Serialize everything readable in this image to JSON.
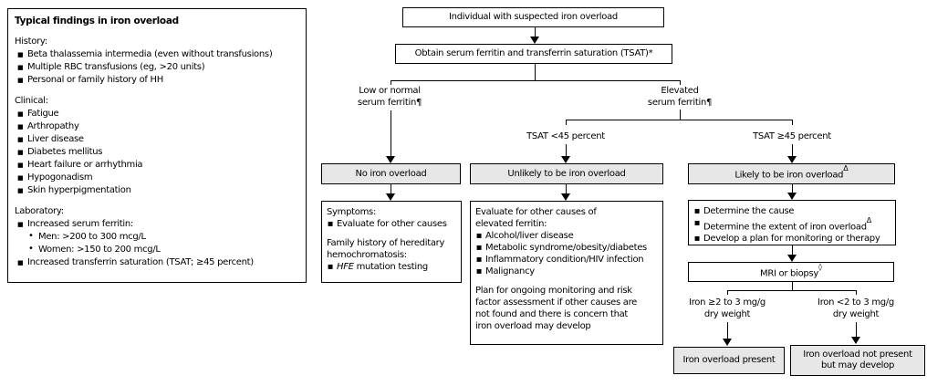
{
  "colors": {
    "box_gray": "#e7e7e7",
    "line": "#000000",
    "background": "#ffffff"
  },
  "glyphs": {
    "square_bullet": "■",
    "dot_bullet": "•"
  },
  "panel": {
    "title": "Typical findings in iron overload",
    "history": {
      "heading": "History:",
      "items": [
        "Beta thalassemia intermedia (even without transfusions)",
        "Multiple RBC transfusions (eg, >20 units)",
        "Personal or family history of HH"
      ]
    },
    "clinical": {
      "heading": "Clinical:",
      "items": [
        "Fatigue",
        "Arthropathy",
        "Liver disease",
        "Diabetes mellitus",
        "Heart failure or arrhythmia",
        "Hypogonadism",
        "Skin hyperpigmentation"
      ]
    },
    "laboratory": {
      "heading": "Laboratory:",
      "item1": "Increased serum ferritin:",
      "sub_items": [
        "Men: >200 to 300 mcg/L",
        "Women: >150 to 200 mcg/L"
      ],
      "item2": "Increased transferrin saturation (TSAT; ≥45 percent)"
    }
  },
  "flow": {
    "start": "Individual with suspected iron overload",
    "obtain": "Obtain serum ferritin and transferrin saturation (TSAT)*",
    "branch_low": [
      "Low or normal",
      "serum ferritin¶"
    ],
    "branch_elevated": [
      "Elevated",
      "serum ferritin¶"
    ],
    "tsat_low": "TSAT <45 percent",
    "tsat_high": "TSAT ≥45 percent",
    "no_overload": "No iron overload",
    "unlikely": "Unlikely to be iron overload",
    "likely": "Likely to be iron overload",
    "likely_marker": "Δ",
    "symptoms_box": {
      "heading1": "Symptoms:",
      "bullet1": "Evaluate for other causes",
      "heading2": [
        "Family history of hereditary",
        "hemochromatosis:"
      ],
      "bullet2_italic": "HFE",
      "bullet2_rest": " mutation testing"
    },
    "evaluate_box": {
      "intro": [
        "Evaluate for other causes of",
        "elevated ferritin:"
      ],
      "bullets": [
        "Alcohol/liver disease",
        "Metabolic syndrome/obesity/diabetes",
        "Inflammatory condition/HIV infection",
        "Malignancy"
      ],
      "para": [
        "Plan for ongoing monitoring and risk",
        "factor assessment if other causes are",
        "not found and there is concern that",
        "iron overload may develop"
      ]
    },
    "determine_box": {
      "bullet1": "Determine the cause",
      "bullet2": "Determine the extent of iron overload",
      "bullet2_marker": "Δ",
      "bullet3": "Develop a plan for monitoring or therapy"
    },
    "mri": "MRI or biopsy",
    "mri_marker": "◊",
    "iron_high": [
      "Iron ≥2 to 3 mg/g",
      "dry weight"
    ],
    "iron_low": [
      "Iron <2 to 3 mg/g",
      "dry weight"
    ],
    "present": "Iron overload present",
    "not_present": [
      "Iron overload not present",
      "but may develop"
    ]
  }
}
